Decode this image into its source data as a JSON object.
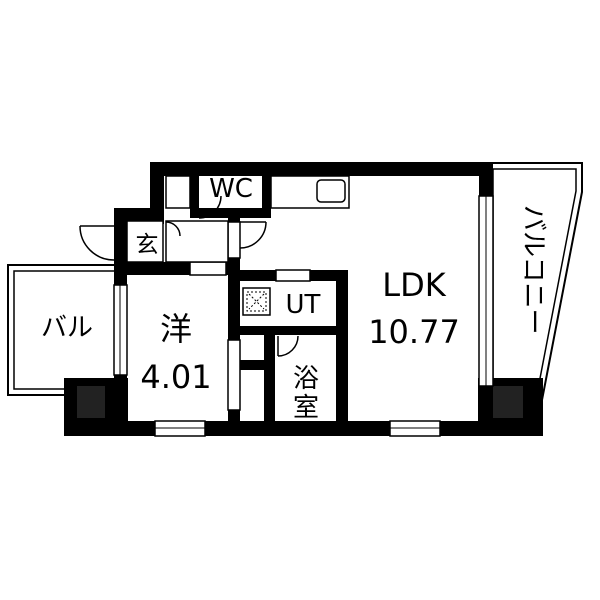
{
  "plan": {
    "rooms": {
      "wc": {
        "label": "WC"
      },
      "entry": {
        "label": "玄"
      },
      "balcony_left": {
        "label": "バル"
      },
      "western": {
        "label": "洋",
        "area": "4.01"
      },
      "utility": {
        "label": "UT"
      },
      "bath": {
        "label_line1": "浴",
        "label_line2": "室"
      },
      "ldk": {
        "label": "LDK",
        "area": "10.77"
      },
      "balcony_right": {
        "label": "バルコニー"
      }
    },
    "colors": {
      "wall": "#000000",
      "column": "#222222",
      "background": "#ffffff",
      "line": "#000000"
    }
  }
}
